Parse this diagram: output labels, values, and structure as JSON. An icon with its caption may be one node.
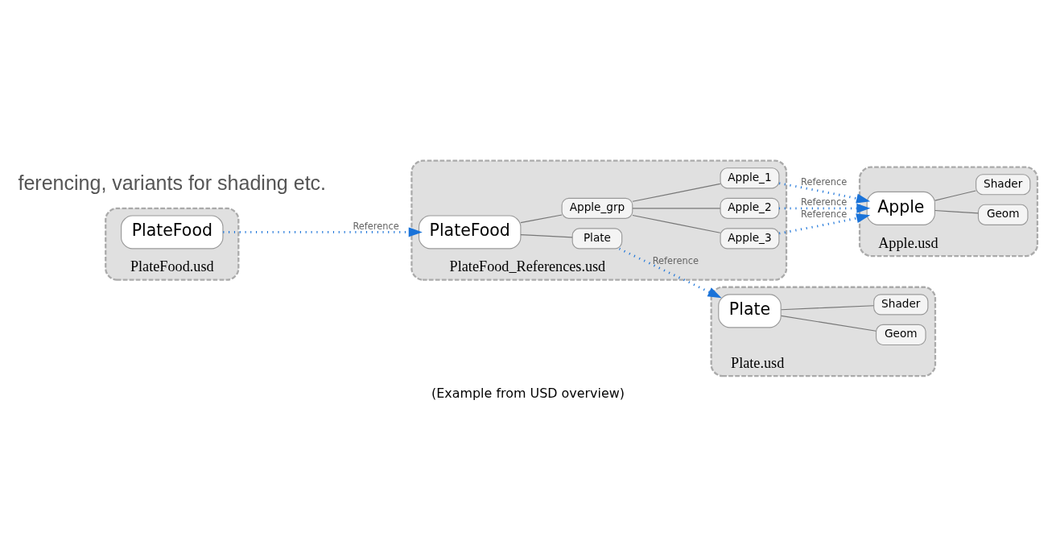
{
  "diagram": {
    "caption": "(Example from USD overview)",
    "nodes": [
      {
        "text": [
          "PlateFood.usd"
        ]
      },
      {
        "text": [
          "PlateFood"
        ],
        "in": 0
      },
      {
        "text": [
          "PlateFood_References.usd"
        ]
      },
      {
        "text": [
          "PlateFood"
        ],
        "in": 2
      },
      {
        "text": [
          "Plate"
        ],
        "in": 2
      },
      {
        "text": [
          "Apple_grp"
        ],
        "in": 2
      },
      {
        "text": [
          "Apple_1"
        ],
        "in": 2
      },
      {
        "text": [
          "Apple_2"
        ],
        "in": 2
      },
      {
        "text": [
          "Apple_3"
        ],
        "in": 2
      },
      {
        "text": [
          "Plate.usd"
        ]
      },
      {
        "text": [
          "Plate"
        ],
        "in": 9
      },
      {
        "text": [
          "Geom"
        ],
        "in": 9
      },
      {
        "text": [
          "Shader"
        ],
        "in": 9
      },
      {
        "text": [
          "Apple.usd"
        ]
      },
      {
        "text": [
          "Apple"
        ],
        "in": 13
      },
      {
        "text": [
          "Geom"
        ],
        "in": 13
      },
      {
        "text": [
          "Shader"
        ],
        "in": 13
      }
    ],
    "edges": [
      {
        "from": 1,
        "to": 3,
        "arrow": "to",
        "label": "Reference",
        "style": "dashed",
        "color": "#1a73d9"
      },
      {
        "from": 3,
        "to": 4,
        "arrow": "none"
      },
      {
        "from": 3,
        "to": 5,
        "arrow": "none"
      },
      {
        "from": 5,
        "to": 6,
        "arrow": "none"
      },
      {
        "from": 5,
        "to": 7,
        "arrow": "none"
      },
      {
        "from": 5,
        "to": 8,
        "arrow": "none"
      },
      {
        "from": 4,
        "to": 10,
        "arrow": "to",
        "label": "Reference",
        "style": "dashed",
        "color": "#1a73d9"
      },
      {
        "from": 10,
        "to": 11,
        "arrow": "none"
      },
      {
        "from": 10,
        "to": 12,
        "arrow": "none"
      },
      {
        "from": 6,
        "to": 14,
        "arrow": "to",
        "label": "Reference",
        "style": "dashed",
        "color": "#1a73d9"
      },
      {
        "from": 7,
        "to": 14,
        "arrow": "to",
        "label": "Reference",
        "style": "dashed",
        "color": "#1a73d9"
      },
      {
        "from": 8,
        "to": 14,
        "arrow": "to",
        "label": "Reference",
        "style": "dashed",
        "color": "#1a73d9"
      },
      {
        "from": 14,
        "to": 15,
        "arrow": "none"
      },
      {
        "from": 14,
        "to": 16,
        "arrow": "none"
      }
    ],
    "labels": [
      "ferencing, variants for shading etc."
    ]
  }
}
